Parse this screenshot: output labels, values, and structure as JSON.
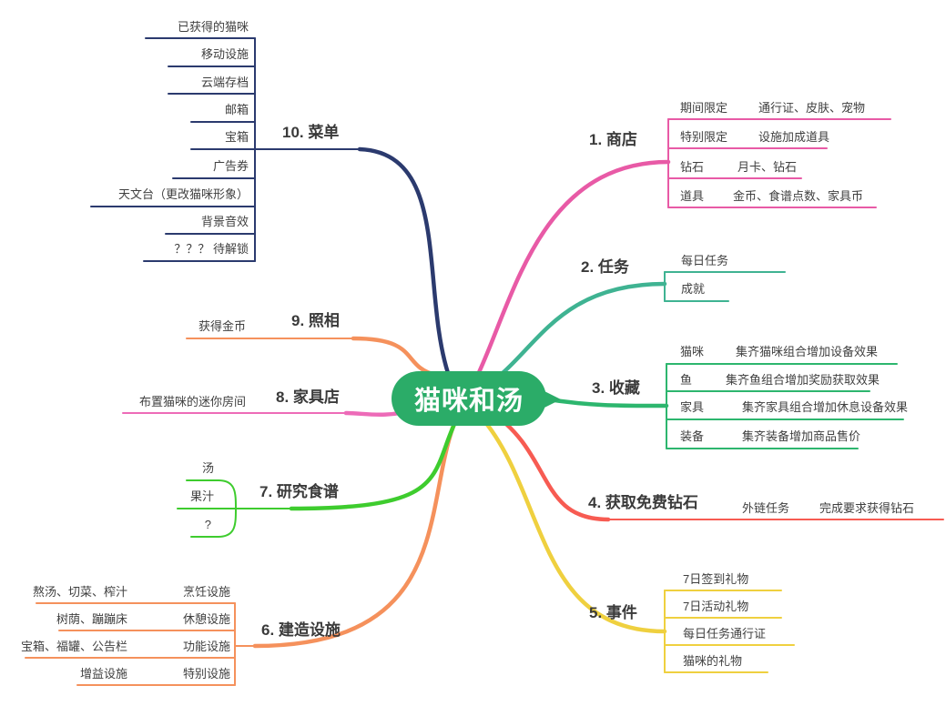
{
  "center": {
    "label": "猫咪和汤"
  },
  "colors": {
    "center_node": "#2BAC68",
    "shop": "#E85AA6",
    "task": "#3FB392",
    "collection": "#2DB66E",
    "free_diamond": "#F75B52",
    "event": "#EFD03F",
    "build": "#F5915C",
    "recipe": "#3ECC2E",
    "furniture_shop": "#ED6BB8",
    "photo": "#F5915C",
    "menu": "#2B3A6E",
    "topic_text": "#3a3a3a",
    "child_text": "#3f3f3f"
  },
  "branches": {
    "b1": {
      "label": "1. 商店",
      "rows": [
        {
          "k": "期间限定",
          "v": "通行证、皮肤、宠物"
        },
        {
          "k": "特别限定",
          "v": "设施加成道具"
        },
        {
          "k": "钻石",
          "v": "月卡、钻石"
        },
        {
          "k": "道具",
          "v": "金币、食谱点数、家具币"
        }
      ]
    },
    "b2": {
      "label": "2. 任务",
      "rows": [
        {
          "k": "每日任务"
        },
        {
          "k": "成就"
        }
      ]
    },
    "b3": {
      "label": "3. 收藏",
      "rows": [
        {
          "k": "猫咪",
          "v": "集齐猫咪组合增加设备效果"
        },
        {
          "k": "鱼",
          "v": "集齐鱼组合增加奖励获取效果"
        },
        {
          "k": "家具",
          "v": "集齐家具组合增加休息设备效果"
        },
        {
          "k": "装备",
          "v": "集齐装备增加商品售价"
        }
      ]
    },
    "b4": {
      "label": "4. 获取免费钻石",
      "rows": [
        {
          "k": "外链任务",
          "v": "完成要求获得钻石"
        }
      ]
    },
    "b5": {
      "label": "5. 事件",
      "rows": [
        {
          "k": "7日签到礼物"
        },
        {
          "k": "7日活动礼物"
        },
        {
          "k": "每日任务通行证"
        },
        {
          "k": "猫咪的礼物"
        }
      ]
    },
    "b6": {
      "label": "6. 建造设施",
      "rows": [
        {
          "k": "烹饪设施",
          "v": "熬汤、切菜、榨汁"
        },
        {
          "k": "休憩设施",
          "v": "树荫、蹦蹦床"
        },
        {
          "k": "功能设施",
          "v": "宝箱、福罐、公告栏"
        },
        {
          "k": "特别设施",
          "v": "增益设施"
        }
      ]
    },
    "b7": {
      "label": "7. 研究食谱",
      "rows": [
        {
          "k": "汤"
        },
        {
          "k": "果汁"
        },
        {
          "k": "?"
        }
      ]
    },
    "b8": {
      "label": "8. 家具店",
      "rows": [
        {
          "k": "布置猫咪的迷你房间"
        }
      ]
    },
    "b9": {
      "label": "9. 照相",
      "rows": [
        {
          "k": "获得金币"
        }
      ]
    },
    "b10": {
      "label": "10. 菜单",
      "rows": [
        {
          "k": "已获得的猫咪"
        },
        {
          "k": "移动设施"
        },
        {
          "k": "云端存档"
        },
        {
          "k": "邮箱"
        },
        {
          "k": "宝箱"
        },
        {
          "k": "广告券"
        },
        {
          "k": "天文台（更改猫咪形象）"
        },
        {
          "k": "背景音效"
        },
        {
          "k": "？？？ 待解锁"
        }
      ]
    }
  }
}
